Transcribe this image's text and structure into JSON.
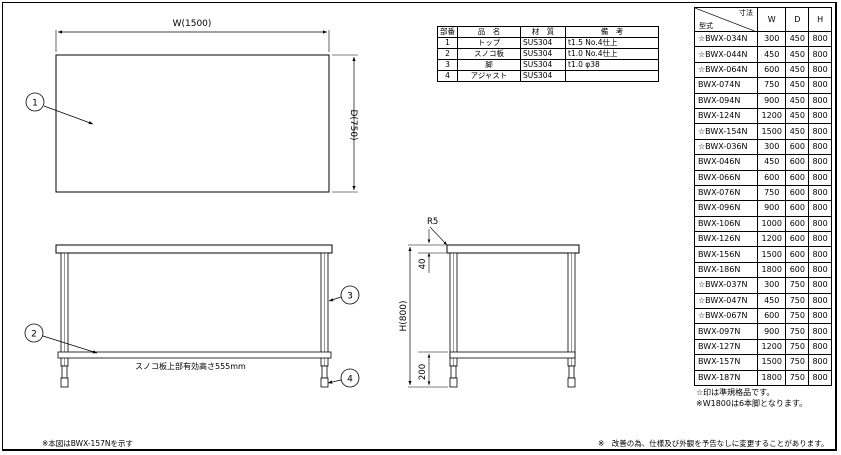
{
  "plan": {
    "width_label": "W(1500)",
    "depth_label": "D(750)",
    "callout_1": "1"
  },
  "front": {
    "callout_2": "2",
    "callout_3": "3",
    "callout_4": "4",
    "shelf_note": "スノコ板上部有効高さ555mm"
  },
  "side": {
    "radius_label": "R5",
    "height_label": "H(800)",
    "top_dim": "40",
    "bottom_dim": "200"
  },
  "parts_table": {
    "headers": [
      "部番",
      "品　名",
      "材　質",
      "備　考"
    ],
    "rows": [
      [
        "1",
        "トップ",
        "SUS304",
        "t1.5 No.4仕上"
      ],
      [
        "2",
        "スノコ板",
        "SUS304",
        "t1.0 No.4仕上"
      ],
      [
        "3",
        "脚",
        "SUS304",
        "t1.0 φ38"
      ],
      [
        "4",
        "アジャスト",
        "SUS304",
        ""
      ]
    ]
  },
  "size_table": {
    "header_top": "寸法",
    "header_bottom": "型式",
    "col_w": "W",
    "col_d": "D",
    "col_h": "H",
    "rows": [
      [
        "☆BWX-034N",
        "300",
        "450",
        "800"
      ],
      [
        "☆BWX-044N",
        "450",
        "450",
        "800"
      ],
      [
        "☆BWX-064N",
        "600",
        "450",
        "800"
      ],
      [
        "BWX-074N",
        "750",
        "450",
        "800"
      ],
      [
        "BWX-094N",
        "900",
        "450",
        "800"
      ],
      [
        "BWX-124N",
        "1200",
        "450",
        "800"
      ],
      [
        "☆BWX-154N",
        "1500",
        "450",
        "800"
      ],
      [
        "☆BWX-036N",
        "300",
        "600",
        "800"
      ],
      [
        "BWX-046N",
        "450",
        "600",
        "800"
      ],
      [
        "BWX-066N",
        "600",
        "600",
        "800"
      ],
      [
        "BWX-076N",
        "750",
        "600",
        "800"
      ],
      [
        "BWX-096N",
        "900",
        "600",
        "800"
      ],
      [
        "BWX-106N",
        "1000",
        "600",
        "800"
      ],
      [
        "BWX-126N",
        "1200",
        "600",
        "800"
      ],
      [
        "BWX-156N",
        "1500",
        "600",
        "800"
      ],
      [
        "BWX-186N",
        "1800",
        "600",
        "800"
      ],
      [
        "☆BWX-037N",
        "300",
        "750",
        "800"
      ],
      [
        "☆BWX-047N",
        "450",
        "750",
        "800"
      ],
      [
        "☆BWX-067N",
        "600",
        "750",
        "800"
      ],
      [
        "BWX-097N",
        "900",
        "750",
        "800"
      ],
      [
        "BWX-127N",
        "1200",
        "750",
        "800"
      ],
      [
        "BWX-157N",
        "1500",
        "750",
        "800"
      ],
      [
        "BWX-187N",
        "1800",
        "750",
        "800"
      ]
    ]
  },
  "notes": {
    "stock_note": "☆印は準規格品です。",
    "legs_note": "※W1800は6本脚となります。",
    "figure_note": "※本図はBWX-157Nを示す",
    "change_note": "※　改善の為、仕様及び外観を予告なしに変更することがあります。"
  }
}
